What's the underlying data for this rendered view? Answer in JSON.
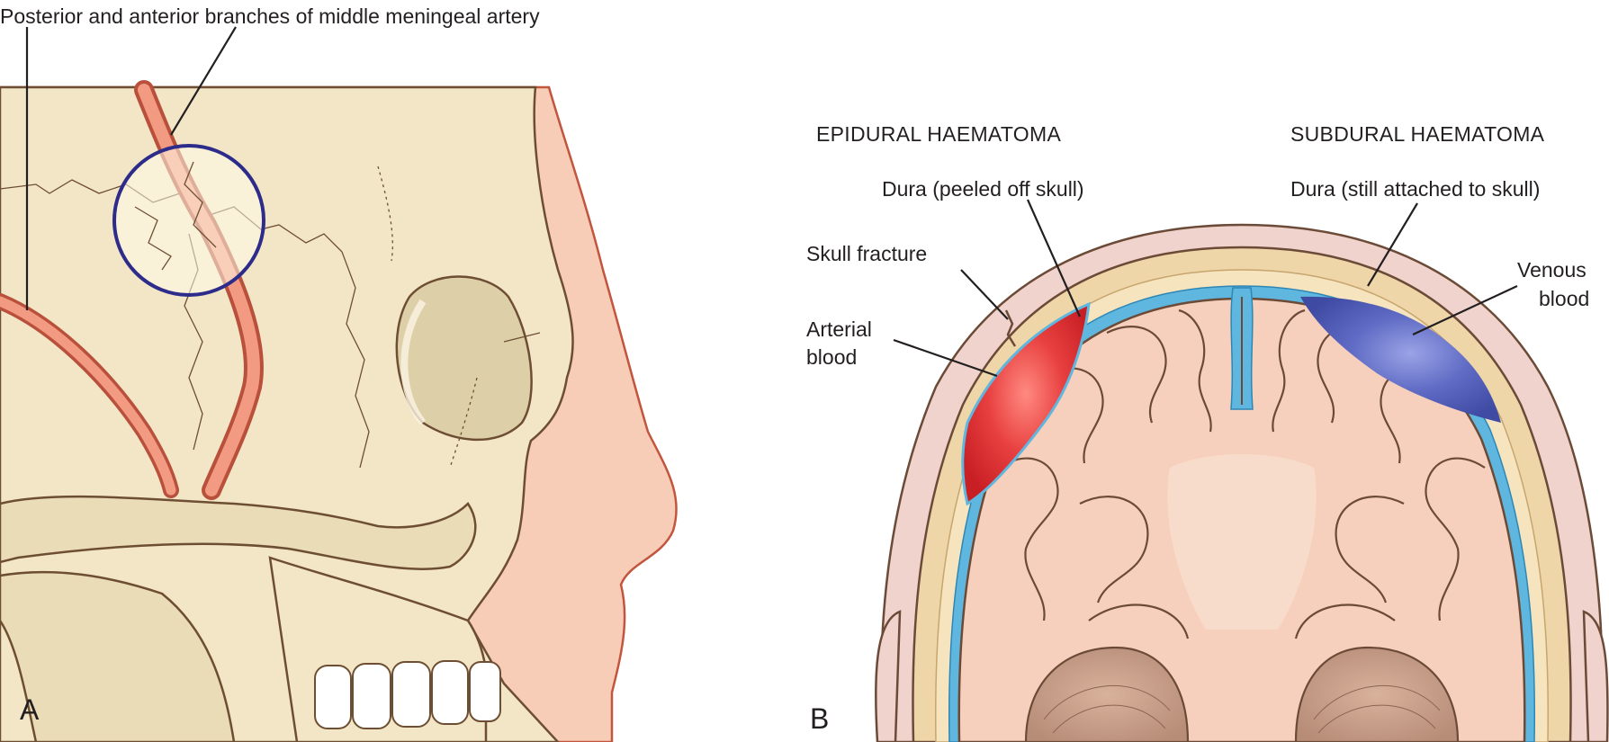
{
  "figure": {
    "panel_a": {
      "letter": "A",
      "label": "Posterior and anterior branches of middle meningeal artery"
    },
    "panel_b": {
      "letter": "B",
      "epidural": {
        "heading": "EPIDURAL HAEMATOMA",
        "dura_label": "Dura (peeled off skull)",
        "fracture_label": "Skull fracture",
        "blood_label_line1": "Arterial",
        "blood_label_line2": "blood"
      },
      "subdural": {
        "heading": "SUBDURAL HAEMATOMA",
        "dura_label": "Dura (still attached to skull)",
        "blood_label_line1": "Venous",
        "blood_label_line2": "blood"
      }
    }
  },
  "colors": {
    "skin": "#f7cdb8",
    "skin_outline": "#c2553d",
    "bone": "#f2e6c6",
    "bone_shadow": "#ddcfa8",
    "bone_outline": "#6e4e33",
    "artery": "#e8806a",
    "artery_dark": "#b9503c",
    "highlight_circle": "#2e2c8a",
    "brain": "#f6d0bc",
    "brain_outline": "#6b4a37",
    "dura": "#5fb7e0",
    "arterial_blood": "#e23a3a",
    "venous_blood": "#5561b5",
    "scalp": "#efd3cc"
  }
}
